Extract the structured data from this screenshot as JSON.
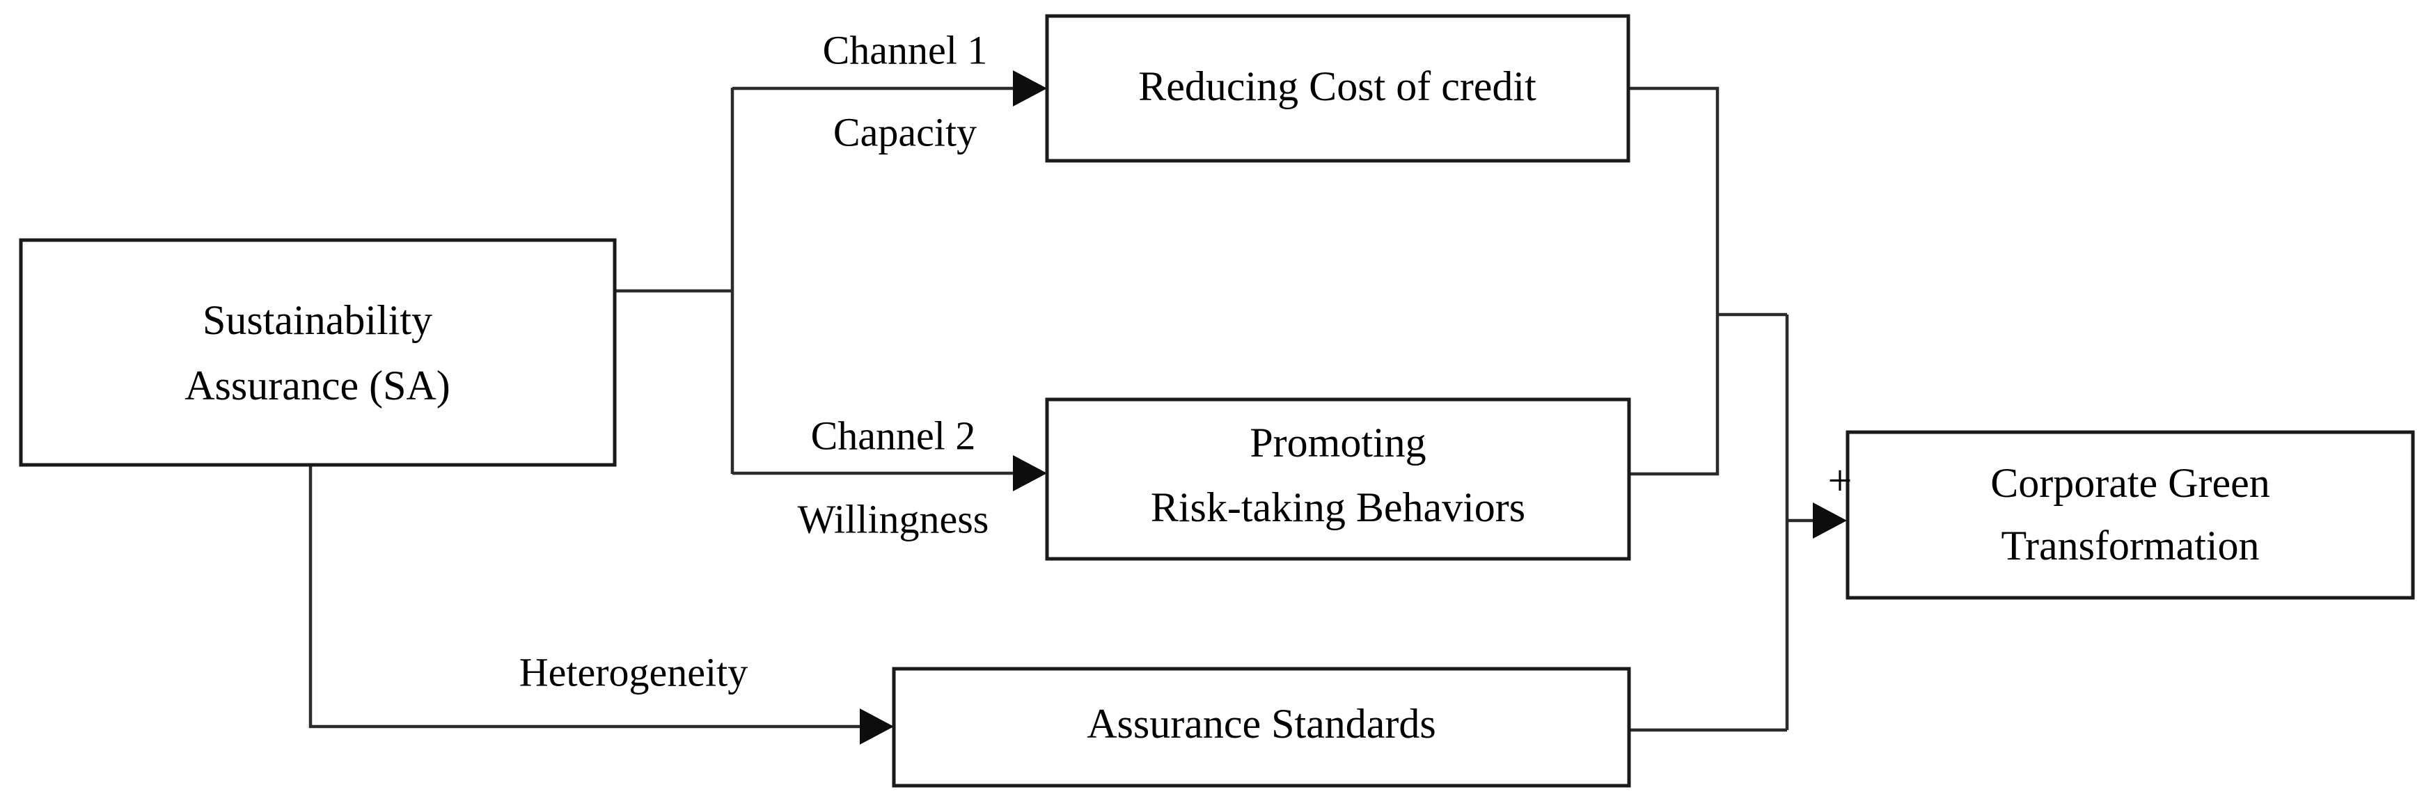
{
  "diagram": {
    "type": "flow-diagram",
    "background_color": "#ffffff",
    "line_color": "#2b2b2b",
    "box_border_color": "#1a1a1a",
    "text_color": "#000000",
    "nodes": {
      "sustainability_assurance": {
        "line1": "Sustainability",
        "line2": "Assurance (SA)"
      },
      "reducing_cost_of_credit": {
        "line1": "Reducing Cost of credit"
      },
      "promoting_risk_taking": {
        "line1": "Promoting",
        "line2": "Risk-taking Behaviors"
      },
      "assurance_standards": {
        "line1": "Assurance Standards"
      },
      "corporate_green_transformation": {
        "line1": "Corporate Green",
        "line2": "Transformation"
      }
    },
    "edge_labels": {
      "channel1_top": "Channel 1",
      "channel1_bottom": "Capacity",
      "channel2_top": "Channel 2",
      "channel2_bottom": "Willingness",
      "heterogeneity": "Heterogeneity",
      "plus_sign": "+"
    }
  }
}
